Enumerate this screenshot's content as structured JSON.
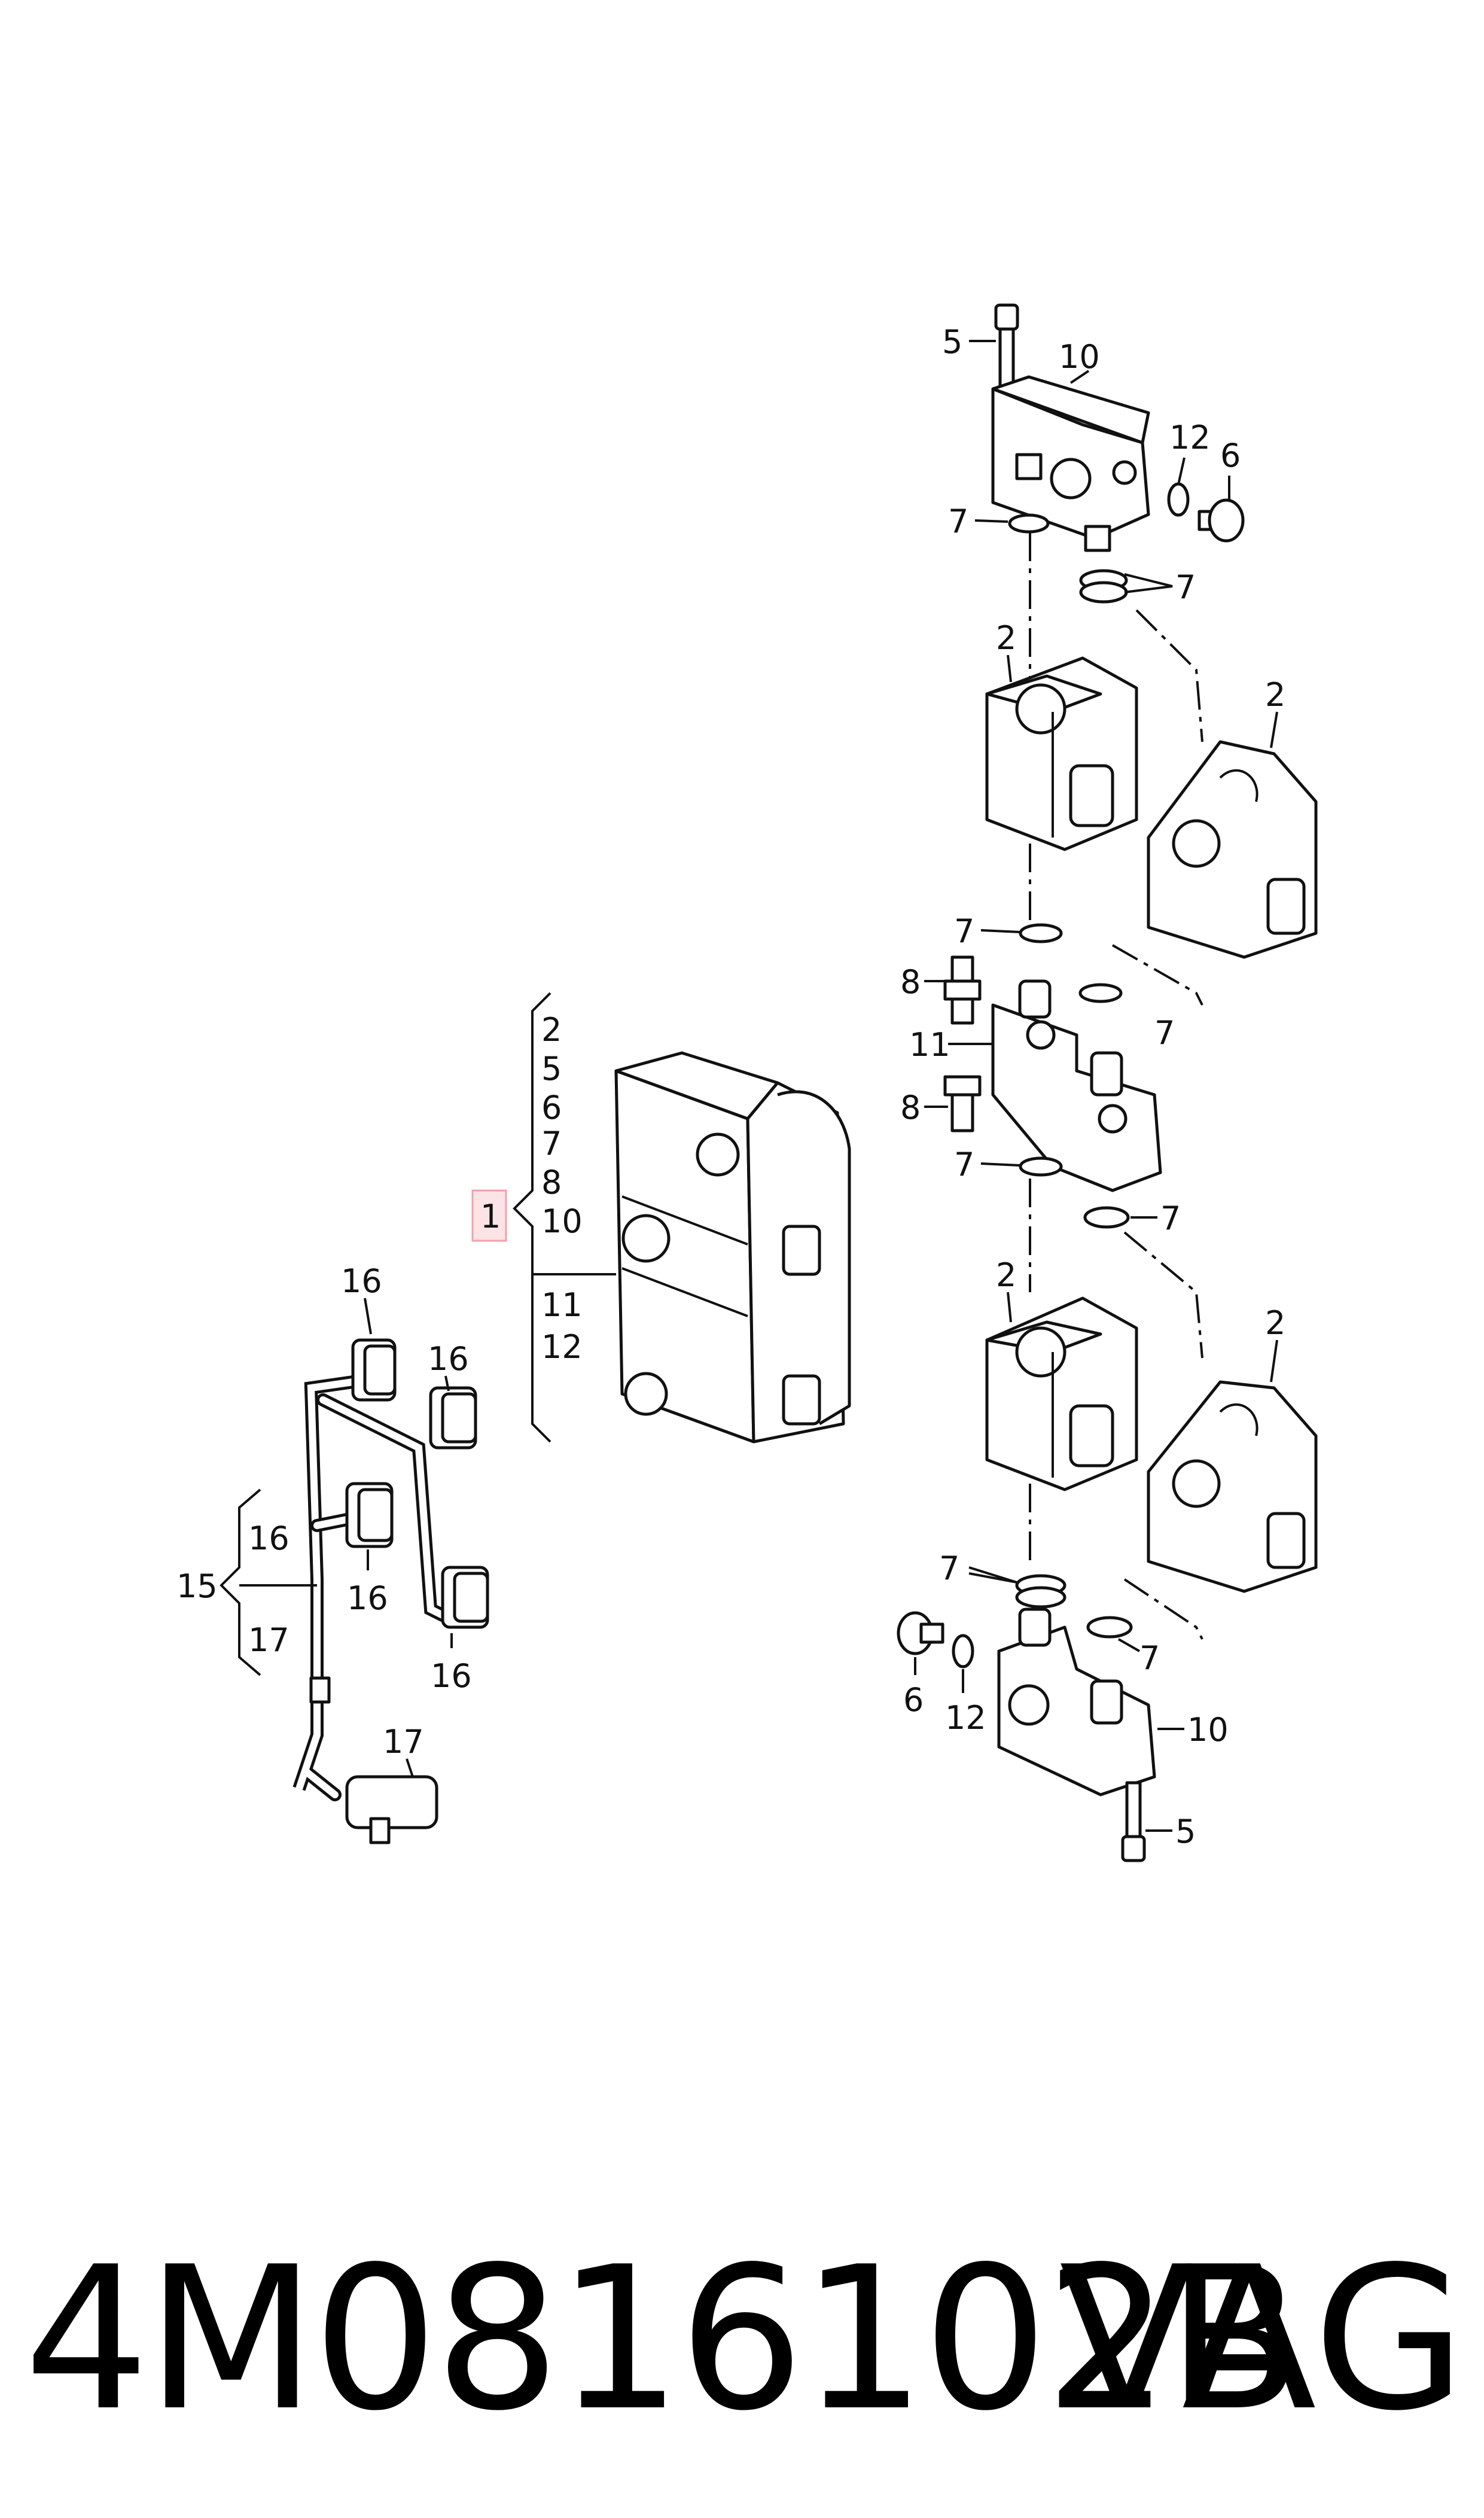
{
  "diagram": {
    "assembly_callouts": {
      "main": "1",
      "list": [
        "2",
        "5",
        "6",
        "7",
        "8",
        "10",
        "11",
        "12"
      ]
    },
    "harness_callouts": {
      "main": "15",
      "list": [
        "16",
        "17"
      ]
    },
    "part_callouts": {
      "c5_top": "5",
      "c10_top": "10",
      "c12_top": "12",
      "c6_top": "6",
      "c7_a": "7",
      "c7_b": "7",
      "c2_a": "2",
      "c2_b": "2",
      "c7_c": "7",
      "c8_a": "8",
      "c7_d": "7",
      "c11": "11",
      "c8_b": "8",
      "c7_e": "7",
      "c7_f": "7",
      "c2_c": "2",
      "c2_d": "2",
      "c7_g": "7",
      "c7_h": "7",
      "c6_bot": "6",
      "c12_bot": "12",
      "c10_bot": "10",
      "c5_bot": "5",
      "c16_a": "16",
      "c16_b": "16",
      "c16_c": "16",
      "c16_d": "16",
      "c17": "17"
    },
    "highlight_color": "#f2a0a8"
  },
  "footer": {
    "part_number": "4M0816102B",
    "brand": "VAG"
  }
}
